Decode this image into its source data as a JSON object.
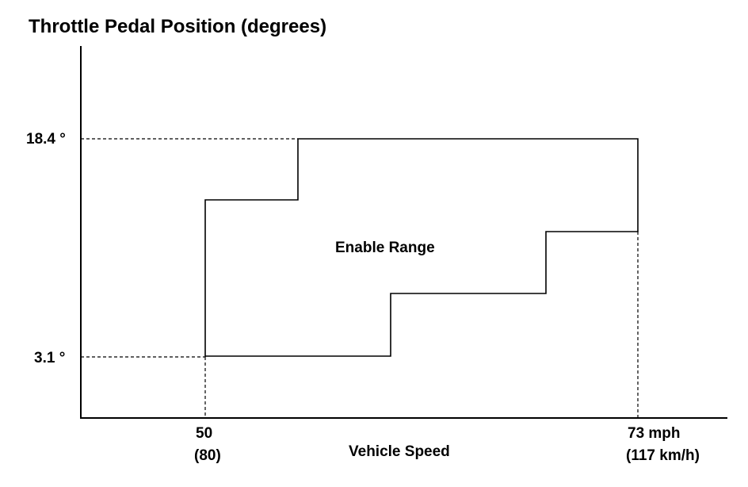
{
  "title": "Throttle Pedal Position (degrees)",
  "x_axis_label": "Vehicle Speed",
  "x_ticks": [
    {
      "line1": "50",
      "line2": "(80)"
    },
    {
      "line1": "73 mph",
      "line2": "(117 km/h)"
    }
  ],
  "y_ticks": [
    "18.4 °",
    "3.1 °"
  ],
  "region_label": "Enable Range"
}
